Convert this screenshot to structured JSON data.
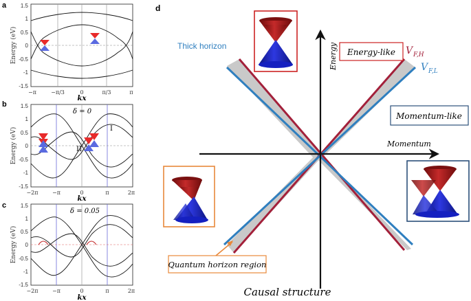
{
  "panel_a": {
    "letter": "a",
    "y_ticks": [
      "1.5",
      "1",
      "0.5",
      "0",
      "-0.5",
      "-1",
      "-1.5"
    ],
    "x_ticks": [
      "−π",
      "−π/3",
      "0",
      "π/3",
      "π"
    ],
    "ylabel": "Energy (eV)",
    "xlabel": "kx"
  },
  "panel_b": {
    "letter": "b",
    "y_ticks": [
      "1.5",
      "1",
      "0.5",
      "0",
      "-0.5",
      "-1",
      "-1.5"
    ],
    "x_ticks": [
      "−2π",
      "−π",
      "0",
      "π",
      "2π"
    ],
    "ylabel": "Energy (eV)",
    "xlabel": "kx",
    "delta_label": "δ = 0",
    "cone_label_1": "I",
    "cone_label_2": "II"
  },
  "panel_c": {
    "letter": "c",
    "y_ticks": [
      "1.5",
      "1",
      "0.5",
      "0",
      "-0.5",
      "-1",
      "-1.5"
    ],
    "x_ticks": [
      "−2π",
      "−π",
      "0",
      "π",
      "2π"
    ],
    "ylabel": "Energy (eV)",
    "xlabel": "kx",
    "delta_label": "δ = 0.05"
  },
  "panel_d": {
    "letter": "d",
    "energy_axis": "Energy",
    "momentum_axis": "Momentum",
    "thick_horizon": "Thick horizon",
    "energy_like": "Energy-like",
    "momentum_like": "Momentum-like",
    "vfh_label": "V",
    "vfh_sub": "F,H",
    "vfl_label": "V",
    "vfl_sub": "F,L",
    "quantum_horizon": "Quantum horizon region",
    "caption": "Causal structure"
  },
  "colors": {
    "red_line": "#a3203a",
    "blue_line": "#2f7fbf",
    "horizon_fill": "#c9c9c9",
    "energy_box": "#cc2222",
    "momentum_box": "#2b4f7a",
    "orange_box": "#e8883a",
    "cone_red": "#a01818",
    "cone_blue": "#1a22b8"
  }
}
